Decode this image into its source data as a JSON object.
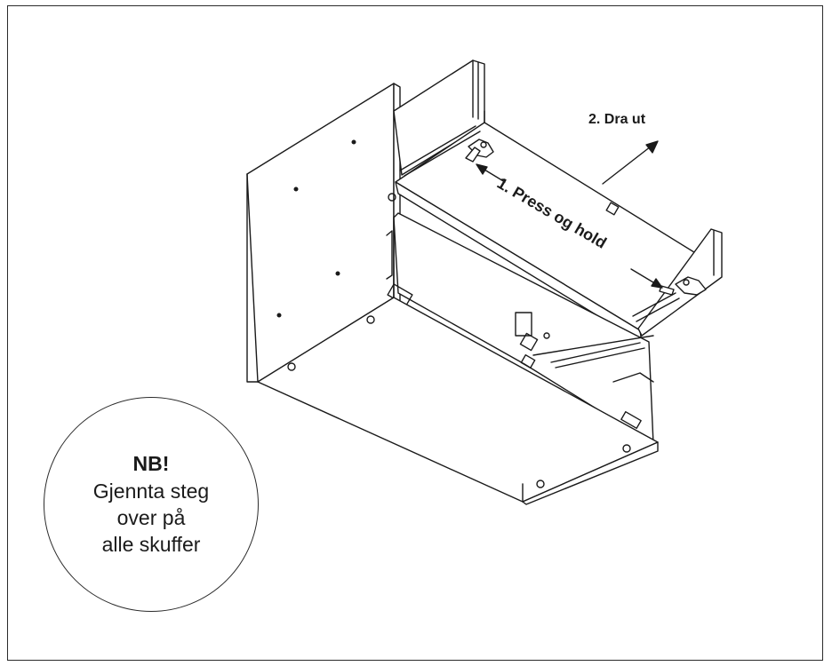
{
  "labels": {
    "step2": "2. Dra ut",
    "step1": "1. Press og hold"
  },
  "note": {
    "title": "NB!",
    "lines": [
      "Gjennta steg",
      "over på",
      "alle skuffer"
    ]
  },
  "colors": {
    "line": "#1a1a1a",
    "border": "#2b2b2b",
    "background": "#ffffff"
  }
}
